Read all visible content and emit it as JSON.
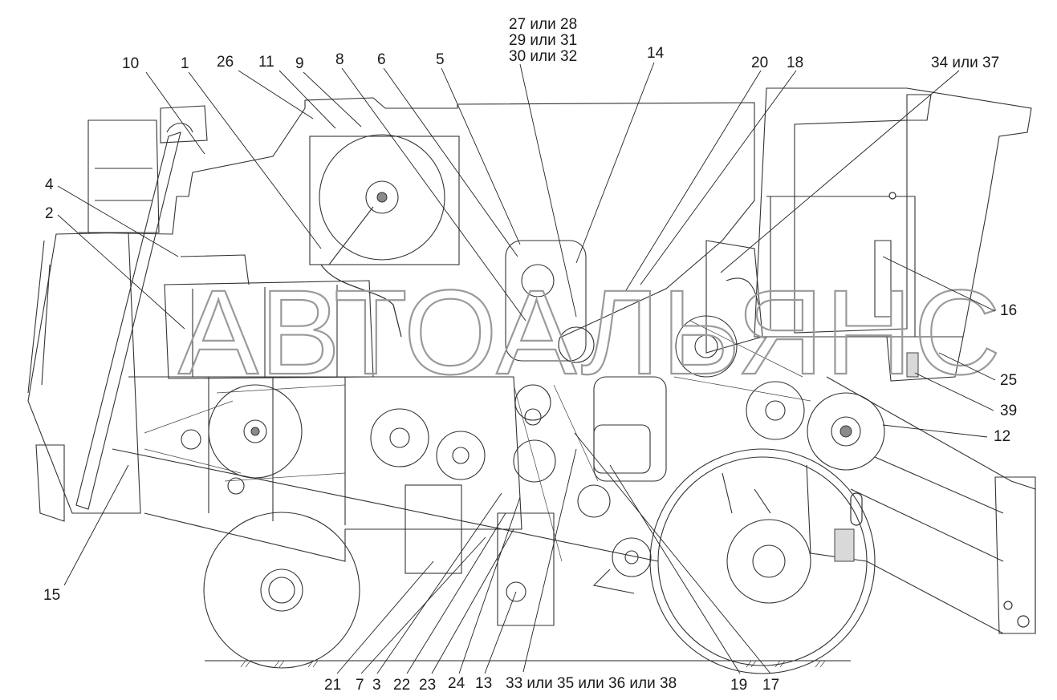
{
  "watermark": "АВТОАЛЬЯНС",
  "callouts": [
    {
      "id": "c-10",
      "text": "10"
    },
    {
      "id": "c-1",
      "text": "1"
    },
    {
      "id": "c-26",
      "text": "26"
    },
    {
      "id": "c-11",
      "text": "11"
    },
    {
      "id": "c-9",
      "text": "9"
    },
    {
      "id": "c-8",
      "text": "8"
    },
    {
      "id": "c-6",
      "text": "6"
    },
    {
      "id": "c-5",
      "text": "5"
    },
    {
      "id": "c-27-28",
      "text": "27 или 28"
    },
    {
      "id": "c-29-31",
      "text": "29 или 31"
    },
    {
      "id": "c-30-32",
      "text": "30 или 32"
    },
    {
      "id": "c-14",
      "text": "14"
    },
    {
      "id": "c-20",
      "text": "20"
    },
    {
      "id": "c-18",
      "text": "18"
    },
    {
      "id": "c-34-37",
      "text": "34 или 37"
    },
    {
      "id": "c-4",
      "text": "4"
    },
    {
      "id": "c-2",
      "text": "2"
    },
    {
      "id": "c-16",
      "text": "16"
    },
    {
      "id": "c-25",
      "text": "25"
    },
    {
      "id": "c-39",
      "text": "39"
    },
    {
      "id": "c-12",
      "text": "12"
    },
    {
      "id": "c-15",
      "text": "15"
    },
    {
      "id": "c-21",
      "text": "21"
    },
    {
      "id": "c-7",
      "text": "7"
    },
    {
      "id": "c-3",
      "text": "3"
    },
    {
      "id": "c-22",
      "text": "22"
    },
    {
      "id": "c-23",
      "text": "23"
    },
    {
      "id": "c-24",
      "text": "24"
    },
    {
      "id": "c-13",
      "text": "13"
    },
    {
      "id": "c-33-38",
      "text": "33 или 35 или 36 или 38"
    },
    {
      "id": "c-19",
      "text": "19"
    },
    {
      "id": "c-17",
      "text": "17"
    }
  ]
}
